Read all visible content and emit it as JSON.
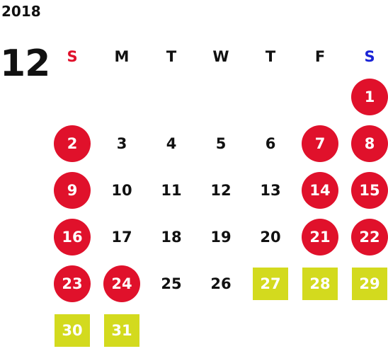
{
  "year": "2018",
  "month": "12",
  "colors": {
    "sunday": "#e0112b",
    "saturday": "#1a24d6",
    "holiday_fill": "#e0112b",
    "closed_fill": "#d3da1e",
    "text": "#111111"
  },
  "weekdays": [
    {
      "label": "S",
      "color": "#e0112b"
    },
    {
      "label": "M",
      "color": "#111111"
    },
    {
      "label": "T",
      "color": "#111111"
    },
    {
      "label": "W",
      "color": "#111111"
    },
    {
      "label": "T",
      "color": "#111111"
    },
    {
      "label": "F",
      "color": "#111111"
    },
    {
      "label": "S",
      "color": "#1a24d6"
    }
  ],
  "weeks": [
    [
      {
        "label": "",
        "type": "empty"
      },
      {
        "label": "",
        "type": "empty"
      },
      {
        "label": "",
        "type": "empty"
      },
      {
        "label": "",
        "type": "empty"
      },
      {
        "label": "",
        "type": "empty"
      },
      {
        "label": "",
        "type": "empty"
      },
      {
        "label": "1",
        "type": "holiday"
      }
    ],
    [
      {
        "label": "2",
        "type": "holiday"
      },
      {
        "label": "3",
        "type": "normal"
      },
      {
        "label": "4",
        "type": "normal"
      },
      {
        "label": "5",
        "type": "normal"
      },
      {
        "label": "6",
        "type": "normal"
      },
      {
        "label": "7",
        "type": "holiday"
      },
      {
        "label": "8",
        "type": "holiday"
      }
    ],
    [
      {
        "label": "9",
        "type": "holiday"
      },
      {
        "label": "10",
        "type": "normal"
      },
      {
        "label": "11",
        "type": "normal"
      },
      {
        "label": "12",
        "type": "normal"
      },
      {
        "label": "13",
        "type": "normal"
      },
      {
        "label": "14",
        "type": "holiday"
      },
      {
        "label": "15",
        "type": "holiday"
      }
    ],
    [
      {
        "label": "16",
        "type": "holiday"
      },
      {
        "label": "17",
        "type": "normal"
      },
      {
        "label": "18",
        "type": "normal"
      },
      {
        "label": "19",
        "type": "normal"
      },
      {
        "label": "20",
        "type": "normal"
      },
      {
        "label": "21",
        "type": "holiday"
      },
      {
        "label": "22",
        "type": "holiday"
      }
    ],
    [
      {
        "label": "23",
        "type": "holiday"
      },
      {
        "label": "24",
        "type": "holiday"
      },
      {
        "label": "25",
        "type": "normal"
      },
      {
        "label": "26",
        "type": "normal"
      },
      {
        "label": "27",
        "type": "closed"
      },
      {
        "label": "28",
        "type": "closed"
      },
      {
        "label": "29",
        "type": "closed"
      }
    ],
    [
      {
        "label": "30",
        "type": "closed"
      },
      {
        "label": "31",
        "type": "closed"
      },
      {
        "label": "",
        "type": "empty"
      },
      {
        "label": "",
        "type": "empty"
      },
      {
        "label": "",
        "type": "empty"
      },
      {
        "label": "",
        "type": "empty"
      },
      {
        "label": "",
        "type": "empty"
      }
    ]
  ]
}
